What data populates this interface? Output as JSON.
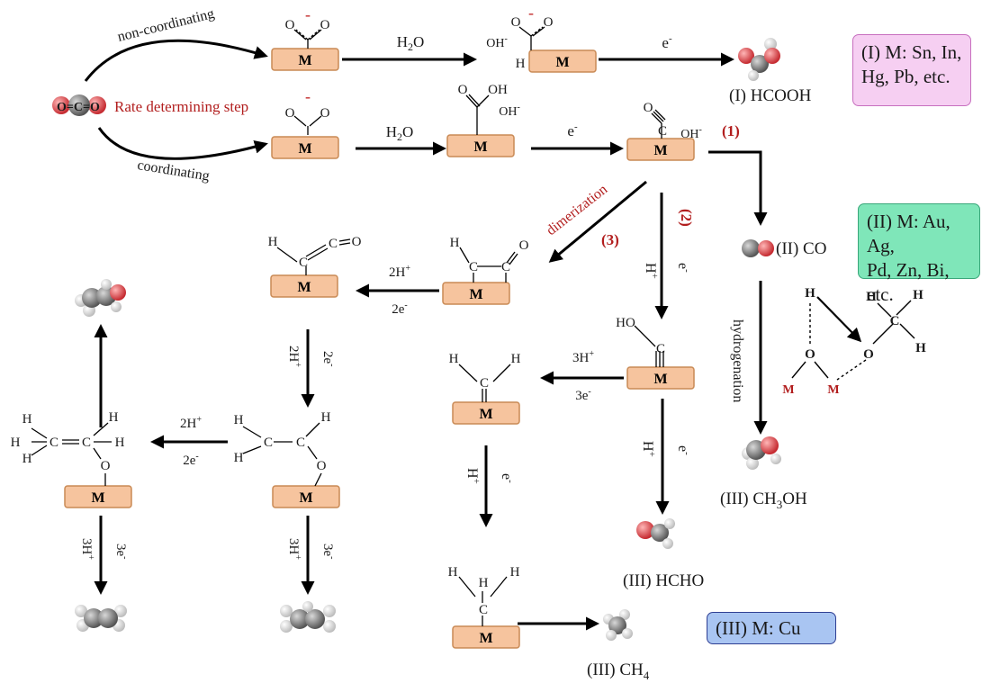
{
  "colors": {
    "metal_fill": "#f6c49e",
    "metal_stroke": "#c98a55",
    "dark_red": "#b21e1e",
    "box_I": "#f6cff2",
    "box_I_border": "#c76fbf",
    "box_II": "#7fe6b9",
    "box_II_border": "#3aa77a",
    "box_III": "#a9c5f2",
    "box_III_border": "#2f3f93",
    "carbon_atom": "#8a8a8a",
    "oxygen_atom": "#e0474c",
    "hydrogen_atom": "#e8e8e8"
  },
  "metal": {
    "label": "M"
  },
  "labels": {
    "non_coordinating": "non-coordinating",
    "coordinating": "coordinating",
    "rate_step": "Rate determining step",
    "co2": "O=C=O",
    "dimerization": "dimerization",
    "hydrogenation": "hydrogenation",
    "path_1": "(1)",
    "path_2": "(2)",
    "path_3": "(3)",
    "minus": "-"
  },
  "reagents": {
    "h2o": "H",
    "h2o_sub": "2",
    "h2o_tail": "O",
    "e": "e",
    "minus_sup": "-",
    "h_plus": "H",
    "plus_sup": "+",
    "two": "2",
    "three": "3"
  },
  "products": {
    "hcooh": "(I) HCOOH",
    "co": "(II) CO",
    "ch3oh_a": "(III) CH",
    "ch3oh_sub": "3",
    "ch3oh_b": "OH",
    "hcho": "(III) HCHO",
    "ch4_a": "(III) CH",
    "ch4_sub": "4"
  },
  "atoms": {
    "O": "O",
    "C": "C",
    "H": "H",
    "OH": "OH",
    "HO": "HO",
    "M": "M"
  },
  "metal_boxes": {
    "I": [
      "(I) M: Sn, In,",
      "Hg, Pb, etc."
    ],
    "II": [
      "(II) M: Au, Ag,",
      "Pd, Zn, Bi, etc."
    ],
    "III": [
      "(III) M: Cu"
    ]
  }
}
